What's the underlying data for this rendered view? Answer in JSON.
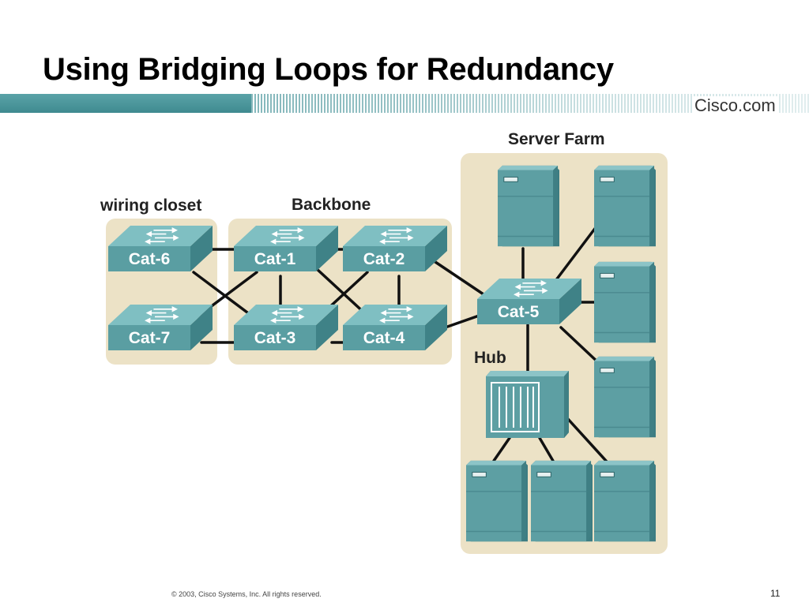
{
  "title": "Using Bridging Loops for Redundancy",
  "brand": "Cisco.com",
  "groups": {
    "wiring_closet": "wiring closet",
    "backbone": "Backbone",
    "server_farm": "Server Farm",
    "hub": "Hub"
  },
  "switches": [
    "Cat-6",
    "Cat-1",
    "Cat-2",
    "Cat-7",
    "Cat-3",
    "Cat-4",
    "Cat-5"
  ],
  "colors": {
    "switch_teal": "#5a9ea2",
    "switch_top": "#7fbfc2",
    "zone_fill": "#ece2c6",
    "banner_teal": "#4a9499"
  },
  "footer": {
    "copyright": "© 2003, Cisco Systems, Inc. All rights reserved.",
    "page": "11"
  }
}
